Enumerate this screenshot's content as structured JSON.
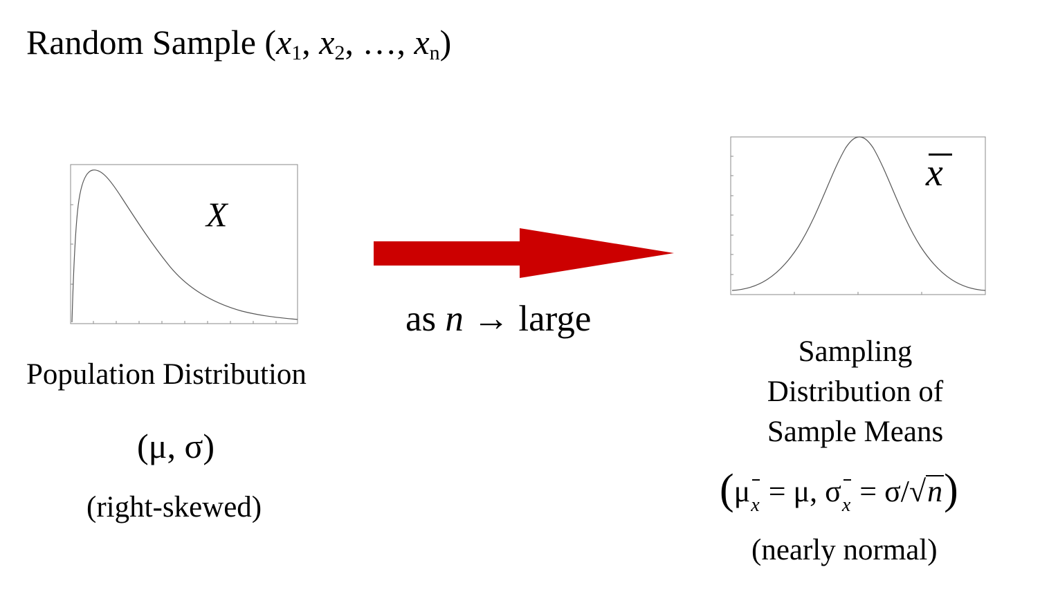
{
  "title": {
    "prefix": "Random Sample (",
    "x1": "x",
    "sub1": "1",
    "sep1": ", ",
    "x2": "x",
    "sub2": "2",
    "sep2": ", …, ",
    "xn": "x",
    "subn": "n",
    "suffix": ")"
  },
  "population": {
    "variable": "X",
    "label": "Population Distribution",
    "params": "(μ, σ)",
    "shape": "(right-skewed)"
  },
  "transition": {
    "as": "as ",
    "n": "n",
    "rest": " → large",
    "arrow_color": "#cc0000"
  },
  "sampling": {
    "variable": "x",
    "label_lines": [
      "Sampling",
      "Distribution of",
      "Sample Means"
    ],
    "formula": {
      "open": "(",
      "mu": "μ",
      "sub": "x",
      "eq1": " = μ, ",
      "sigma": "σ",
      "eq2": " = σ/",
      "radical": "√",
      "n": "n",
      "close": ")"
    },
    "shape": "(nearly normal)"
  },
  "colors": {
    "curve": "#555555",
    "frame": "#888888"
  }
}
